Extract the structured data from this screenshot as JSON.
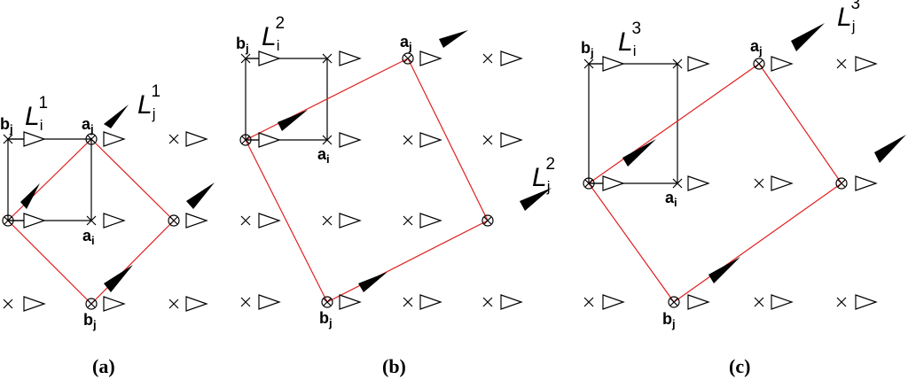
{
  "panels": [
    {
      "id": "a",
      "caption": "(a)",
      "L_i": {
        "base": "L",
        "sub": "i",
        "sup": "1"
      },
      "L_j": {
        "base": "L",
        "sub": "j",
        "sup": "1"
      },
      "a_label": {
        "base": "a",
        "sub": "i"
      },
      "aj_label": {
        "base": "a",
        "sub": "j"
      },
      "bj_top_label": {
        "base": "b",
        "sub": "j"
      },
      "bj_bottom_label": {
        "base": "b",
        "sub": "j"
      }
    },
    {
      "id": "b",
      "caption": "(b)",
      "L_i": {
        "base": "L",
        "sub": "i",
        "sup": "2"
      },
      "L_j": {
        "base": "L",
        "sub": "j",
        "sup": "2"
      },
      "a_label": {
        "base": "a",
        "sub": "i"
      },
      "aj_label": {
        "base": "a",
        "sub": "j"
      },
      "bj_top_label": {
        "base": "b",
        "sub": "j"
      },
      "bj_bottom_label": {
        "base": "b",
        "sub": "j"
      }
    },
    {
      "id": "c",
      "caption": "(c)",
      "L_i": {
        "base": "L",
        "sub": "i",
        "sup": "3"
      },
      "L_j": {
        "base": "L",
        "sub": "j",
        "sup": "3"
      },
      "a_label": {
        "base": "a",
        "sub": "i"
      },
      "aj_label": {
        "base": "a",
        "sub": "j"
      },
      "bj_top_label": {
        "base": "b",
        "sub": "j"
      },
      "bj_bottom_label": {
        "base": "b",
        "sub": "j"
      }
    }
  ],
  "colors": {
    "black_lattice": "#000000",
    "red_lattice": "#e02020",
    "background": "#ffffff"
  },
  "icons": {
    "lattice_site": "cross-mark-icon",
    "coincident_site": "circle-cross-icon",
    "orientation_open": "open-triangle-icon",
    "orientation_filled": "filled-wedge-icon"
  }
}
